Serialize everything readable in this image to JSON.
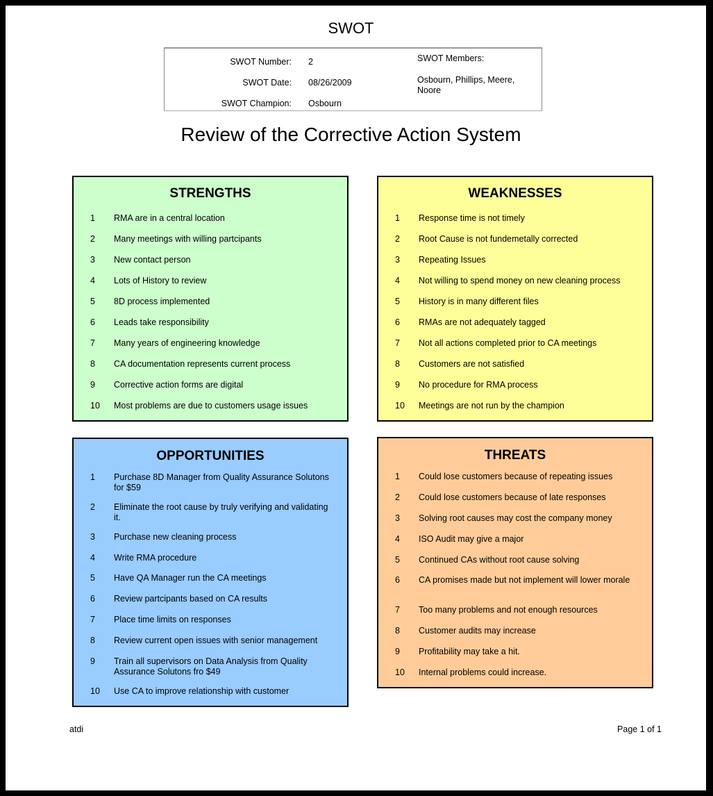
{
  "header": {
    "doc_title": "SWOT",
    "number_label": "SWOT  Number:",
    "number_value": "2",
    "date_label": "SWOT Date:",
    "date_value": "08/26/2009",
    "champion_label": "SWOT Champion:",
    "champion_value": "Osbourn",
    "members_label": "SWOT Members:",
    "members_value": "Osbourn, Phillips, Meere, Noore"
  },
  "main_title": "Review of the Corrective Action System",
  "colors": {
    "strengths": "#ccffcc",
    "weaknesses": "#ffff99",
    "opportunities": "#99ccff",
    "threats": "#ffcc99"
  },
  "strengths": {
    "title": "STRENGTHS",
    "items": [
      {
        "num": "1",
        "text": "RMA are in a central location"
      },
      {
        "num": "2",
        "text": "Many meetings with willing partcipants"
      },
      {
        "num": "3",
        "text": "New contact person"
      },
      {
        "num": "4",
        "text": "Lots of History to review"
      },
      {
        "num": "5",
        "text": "8D process implemented"
      },
      {
        "num": "6",
        "text": "Leads take responsibility"
      },
      {
        "num": "7",
        "text": "Many years of engineering knowledge"
      },
      {
        "num": "8",
        "text": "CA documentation represents current process"
      },
      {
        "num": "9",
        "text": "Corrective action forms are digital"
      },
      {
        "num": "10",
        "text": "Most problems are due to customers usage issues"
      }
    ]
  },
  "weaknesses": {
    "title": "WEAKNESSES",
    "items": [
      {
        "num": "1",
        "text": "Response time is not timely"
      },
      {
        "num": "2",
        "text": "Root Cause is not fundemetally corrected"
      },
      {
        "num": "3",
        "text": "Repeating Issues"
      },
      {
        "num": "4",
        "text": "Not willing to spend money on new cleaning process"
      },
      {
        "num": "5",
        "text": "History is in many different files"
      },
      {
        "num": "6",
        "text": "RMAs are not adequately tagged"
      },
      {
        "num": "7",
        "text": "Not all actions completed prior to CA meetings"
      },
      {
        "num": "8",
        "text": "Customers are not satisfied"
      },
      {
        "num": "9",
        "text": "No procedure for RMA process"
      },
      {
        "num": "10",
        "text": "Meetings are not run by the champion"
      }
    ]
  },
  "opportunities": {
    "title": "OPPORTUNITIES",
    "items": [
      {
        "num": "1",
        "text": "Purchase 8D Manager from Quality Assurance Solutons for $59"
      },
      {
        "num": "2",
        "text": "Eliminate the root cause by truly verifying and validating it."
      },
      {
        "num": "3",
        "text": "Purchase new cleaning process"
      },
      {
        "num": "4",
        "text": "Write RMA procedure"
      },
      {
        "num": "5",
        "text": "Have QA Manager run the CA meetings"
      },
      {
        "num": "6",
        "text": "Review partcipants based on CA results"
      },
      {
        "num": "7",
        "text": "Place time limits on responses"
      },
      {
        "num": "8",
        "text": "Review current open issues with senior management"
      },
      {
        "num": "9",
        "text": "Train all supervisors on Data Analysis from Quality Assurance Solutons fro $49"
      },
      {
        "num": "10",
        "text": "Use CA to improve relationship with customer"
      }
    ]
  },
  "threats": {
    "title": "THREATS",
    "items": [
      {
        "num": "1",
        "text": "Could lose customers because of repeating issues"
      },
      {
        "num": "2",
        "text": "Could lose customers because of late responses"
      },
      {
        "num": "3",
        "text": "Solving root causes may cost the company money"
      },
      {
        "num": "4",
        "text": "ISO Audit may give a major"
      },
      {
        "num": "5",
        "text": "Continued CAs without root cause solving"
      },
      {
        "num": "6",
        "text": "CA promises made but not implement will lower morale"
      },
      {
        "num": "7",
        "text": "Too many problems and not enough resources"
      },
      {
        "num": "8",
        "text": "Customer audits may increase"
      },
      {
        "num": "9",
        "text": "Profitability may take a hit."
      },
      {
        "num": "10",
        "text": "Internal problems could increase."
      }
    ]
  },
  "footer": {
    "left": "atdi",
    "right": "Page 1  of  1"
  }
}
